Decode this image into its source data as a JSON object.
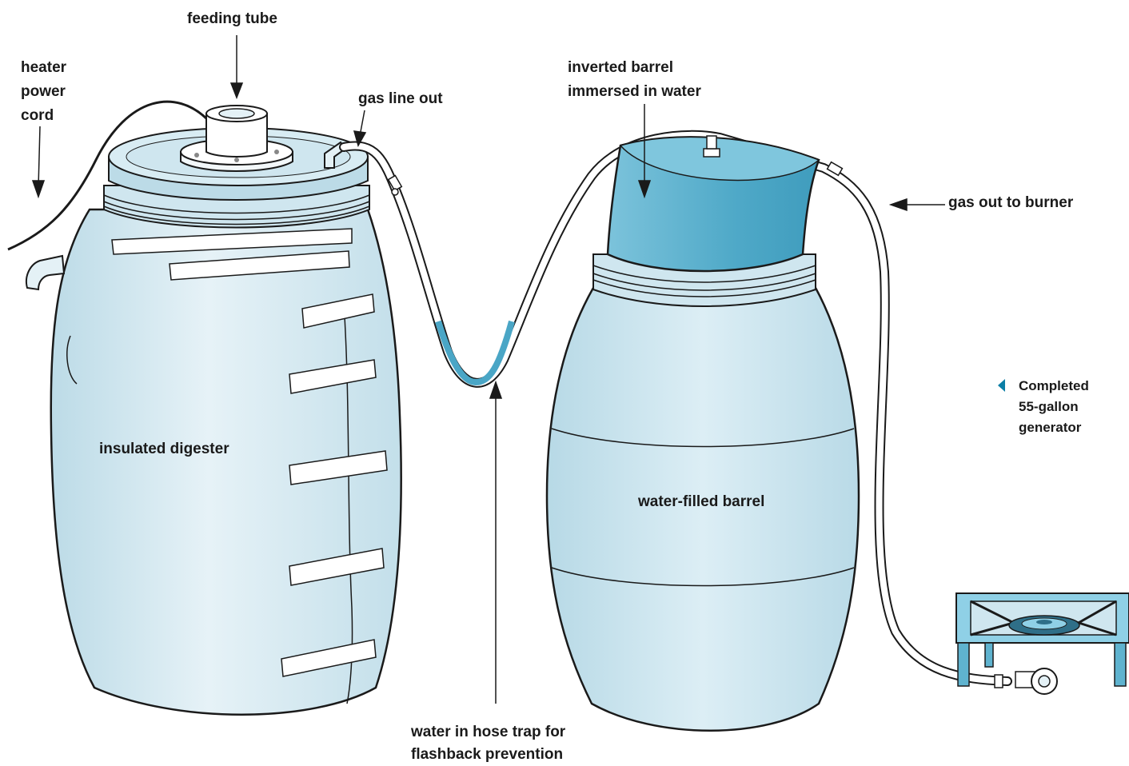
{
  "labels": {
    "feeding_tube": "feeding tube",
    "heater_power_cord": [
      "heater",
      "power",
      "cord"
    ],
    "gas_line_out": "gas line out",
    "inverted_barrel": [
      "inverted barrel",
      "immersed in water"
    ],
    "gas_out_to_burner": "gas out to burner",
    "insulated_digester": "insulated digester",
    "water_filled_barrel": "water-filled barrel",
    "hose_trap": [
      "water in hose trap for",
      "flashback prevention"
    ]
  },
  "caption": [
    "Completed",
    "55-gallon",
    "generator"
  ],
  "colors": {
    "barrel_fill": "#cfe6ef",
    "barrel_light": "#e4f1f6",
    "inverted_barrel": "#5fb3cf",
    "water_line": "#4aa6c6",
    "outline": "#1a1a1a",
    "accent": "#0b7fa6",
    "burner": "#8fd0e6"
  }
}
